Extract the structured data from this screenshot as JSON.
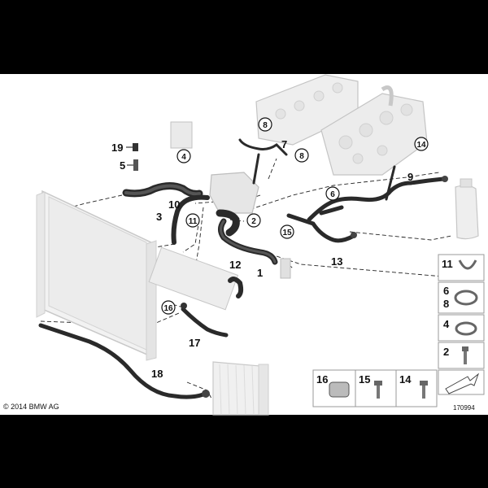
{
  "footer": {
    "copyright": "© 2014 BMW AG",
    "diagram_id": "170994"
  },
  "callouts": {
    "c19": "19",
    "c5": "5",
    "c3": "3",
    "c10": "10",
    "c12": "12",
    "c1": "1",
    "c7": "7",
    "c9": "9",
    "c13": "13",
    "c17": "17",
    "c18": "18",
    "r4": "4",
    "r8a": "8",
    "r8b": "8",
    "r14": "14",
    "r2": "2",
    "r11": "11",
    "r6": "6",
    "r15": "15",
    "r16": "16"
  },
  "legend": {
    "row1": "11",
    "row2a": "6",
    "row2b": "8",
    "row3": "4",
    "row4": "2",
    "b16": "16",
    "b15": "15",
    "b14": "14"
  }
}
